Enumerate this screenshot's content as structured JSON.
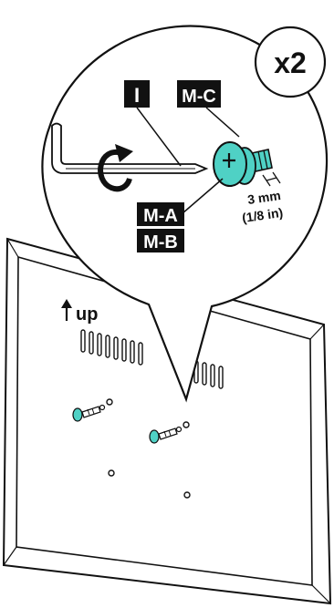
{
  "quantity_badge": "x2",
  "parts": {
    "tool": "I",
    "screw_top": "M-C",
    "screw_a": "M-A",
    "screw_b": "M-B"
  },
  "measurement": {
    "metric": "3 mm",
    "imperial": "(1/8 in)"
  },
  "orientation_label": "up",
  "colors": {
    "accent": "#4fd1c5",
    "line": "#111111",
    "label_bg": "#111111"
  }
}
